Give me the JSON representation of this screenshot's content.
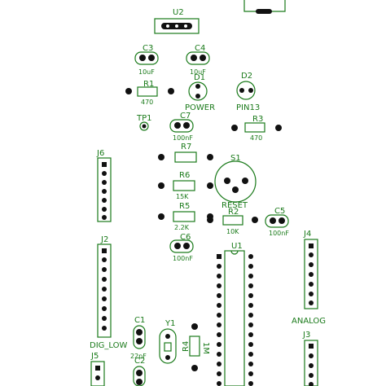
{
  "labels": {
    "u2": "U2",
    "c3": "C3",
    "c3_val": "10uF",
    "c4": "C4",
    "c4_val": "10uF",
    "r1": "R1",
    "r1_val": "470",
    "d1": "D1",
    "d1_val": "POWER",
    "d2": "D2",
    "d2_val": "PIN13",
    "r3": "R3",
    "r3_val": "470",
    "tp1": "TP1",
    "c7": "C7",
    "c7_val": "100nF",
    "r7": "R7",
    "s1": "S1",
    "s1_val": "RESET",
    "j6": "J6",
    "r6": "R6",
    "r6_val": "15K",
    "r5": "R5",
    "r5_val": "2.2K",
    "r2": "R2",
    "r2_val": "10K",
    "c5": "C5",
    "c5_val": "100nF",
    "c6": "C6",
    "c6_val": "100nF",
    "j2": "J2",
    "u1": "U1",
    "j4": "J4",
    "j4_val": "ANALOG",
    "c1": "C1",
    "c1_val": "22pF",
    "y1": "Y1",
    "r4": "R4",
    "r4_val": "1M",
    "dig_low": "DIG_LOW",
    "j5": "J5",
    "c2": "C2",
    "j3": "J3"
  },
  "colors": {
    "silkscreen": "#1a7a1a",
    "pad": "#111111",
    "background": "#ffffff"
  }
}
